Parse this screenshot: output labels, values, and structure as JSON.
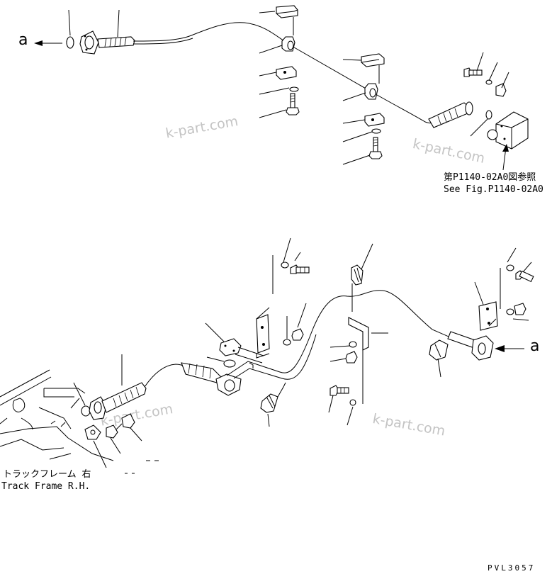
{
  "diagram": {
    "ref_label_top": "a",
    "ref_label_bottom": "a",
    "note_jp": "第P1140-02A0図参照",
    "note_en": "See Fig.P1140-02A0",
    "frame_jp": "トラックフレーム 右",
    "frame_en": "Track Frame R.H.",
    "doc_code": "PVL3057",
    "watermark": "k-part.com"
  }
}
